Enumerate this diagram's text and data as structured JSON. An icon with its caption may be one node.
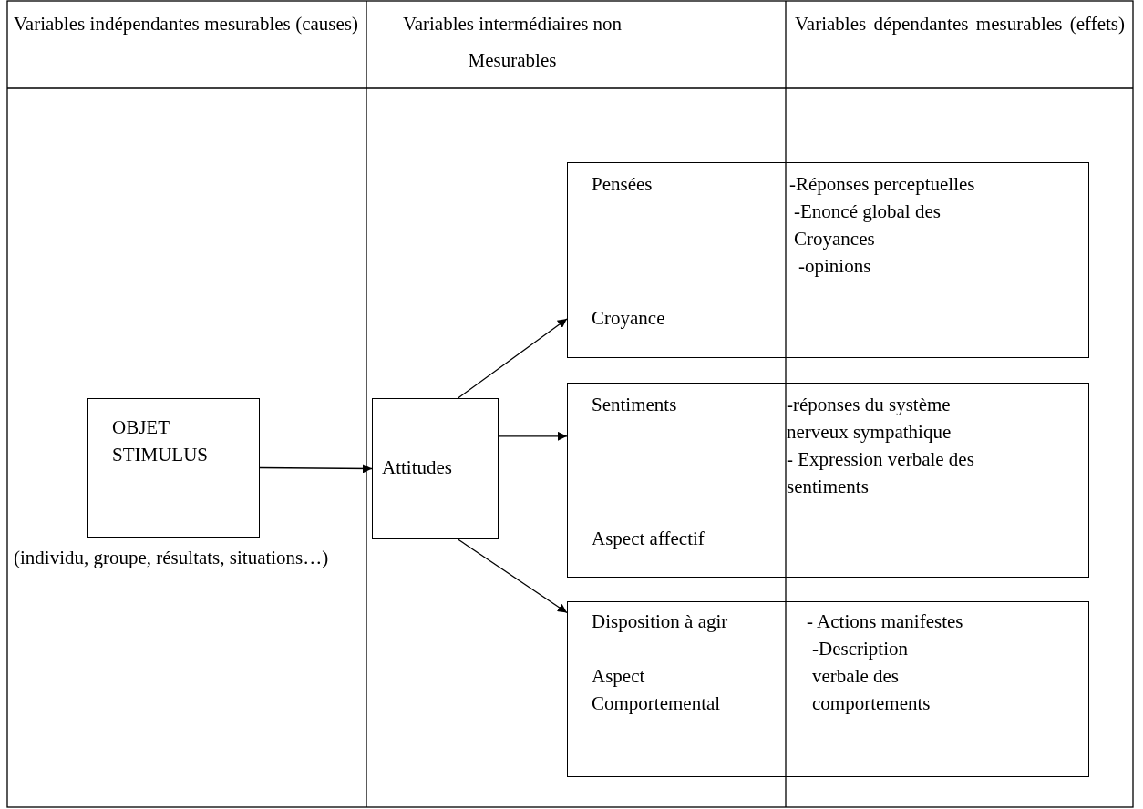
{
  "diagram": {
    "nodes": [
      {
        "text": [
          "OBJET STIMULUS"
        ],
        "beside": [
          "(individu, groupe, résultats, situations…)"
        ]
      },
      {
        "text": [
          "Attitudes"
        ]
      },
      {
        "text": [
          "Pensées",
          "Croyance",
          "-Réponses perceptuelles",
          "-Enoncé global des Croyances",
          "-opinions"
        ]
      },
      {
        "text": [
          "Sentiments",
          "Aspect affectif",
          "-réponses du système nerveux sympathique",
          "- Expression verbale des sentiments"
        ]
      },
      {
        "text": [
          "Disposition à agir",
          "Aspect Comportemental",
          "- Actions manifestes",
          "-Description verbale des comportements"
        ]
      }
    ],
    "edges": [
      {
        "from": 0,
        "to": 1,
        "arrow": "to"
      },
      {
        "from": 1,
        "to": 2,
        "arrow": "to"
      },
      {
        "from": 1,
        "to": 3,
        "arrow": "to"
      },
      {
        "from": 1,
        "to": 4,
        "arrow": "to"
      }
    ],
    "labels": [
      "Variables indépendantes mesurables (causes)",
      "Variables intermédiaires non Mesurables",
      "Variables dépendantes mesurables (effets)"
    ]
  }
}
